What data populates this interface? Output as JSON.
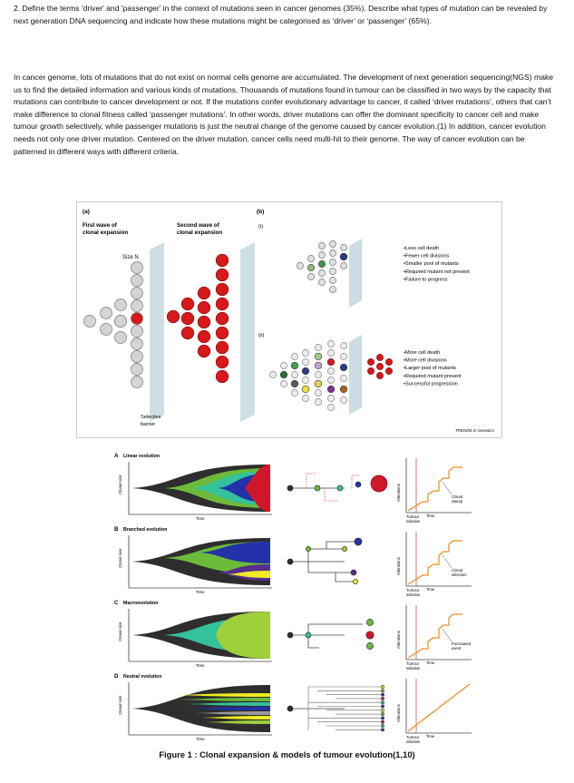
{
  "question": "2. Define the terms 'driver' and 'passenger' in the context of mutations seen in cancer genomes (35%). Describe what types of mutation can be revealed by next generation DNA sequencing and indicate how these mutations might be categorised as ‘driver’ or ‘passenger’ (65%).",
  "answer": "In cancer genome, lots of mutations that do not exist on normal cells genome are accumulated. The development of next generation sequencing(NGS) make us to find the detailed information and various kinds of mutations. Thousands of mutations found in tumour can be classified in two ways by the capacity that mutations can contribute to cancer development or not. If the mutations confer evolutionary advantage to cancer, it called ‘driver mutations’, others that can’t make difference to clonal fitness called ‘passenger mutations’. In other words, driver mutations can offer the dominant specificity to cancer cell and make tumour growth selectively, while passenger mutations is just the neutral change of the genome caused by cancer evolution.(1) In addition, cancer evolution needs not only one driver mutation. Centered on the driver mutation, cancer cells need multi-hit to their genome. The way of cancer evolution can be patterned in different ways with different criteria.",
  "figure1": {
    "panel_a": "(a)",
    "panel_b": "(b)",
    "first_wave": [
      "First wave of",
      "clonal expansion"
    ],
    "second_wave": [
      "Second wave of",
      "clonal expansion"
    ],
    "size_n": "Size N",
    "selective_barrier": [
      "Selective",
      "barrier"
    ],
    "sub_i": "(i)",
    "sub_ii": "(ii)",
    "list_i": [
      "•Less cell death",
      "•Fewer cell divisions",
      "•Smaller pool of mutants",
      "•Required mutant not present",
      "•Failure to progress"
    ],
    "list_ii": [
      "•More cell death",
      "•More cell divisions",
      "•Larger pool of mutants",
      "•Required mutant present",
      "•Successful progression"
    ],
    "credit": "TRENDS in Genetics"
  },
  "figure2": {
    "panels": [
      {
        "letter": "A",
        "title": "Linear evolution",
        "annotation": [
          "Clonal",
          "sweep"
        ]
      },
      {
        "letter": "B",
        "title": "Branched evolution",
        "annotation": [
          "Clonal",
          "selection"
        ]
      },
      {
        "letter": "C",
        "title": "Macroevolution",
        "annotation": [
          "Punctuated",
          "event"
        ]
      },
      {
        "letter": "D",
        "title": "Neutral evolution",
        "annotation": []
      }
    ],
    "ylabel": "Clonal size",
    "xlabel": "Time",
    "alterations": "Alterations",
    "tumour_initiation": [
      "Tumour",
      "initiation"
    ],
    "time": "Time"
  },
  "caption": "Figure 1 : Clonal expansion & models of tumour evolution(1,10)"
}
